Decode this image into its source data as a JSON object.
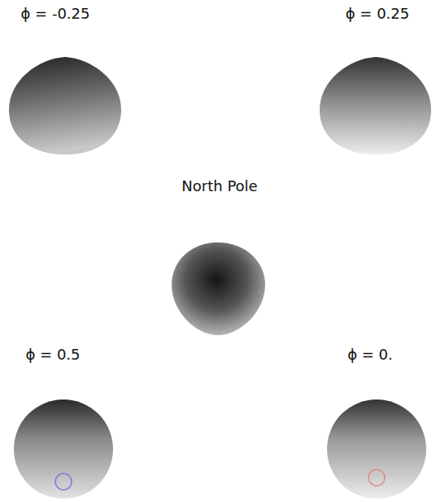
{
  "diagram": {
    "labels": [
      "ϕ = -0.25",
      "ϕ = 0.25",
      "North Pole",
      "ϕ = 0.5",
      "ϕ = 0."
    ]
  }
}
